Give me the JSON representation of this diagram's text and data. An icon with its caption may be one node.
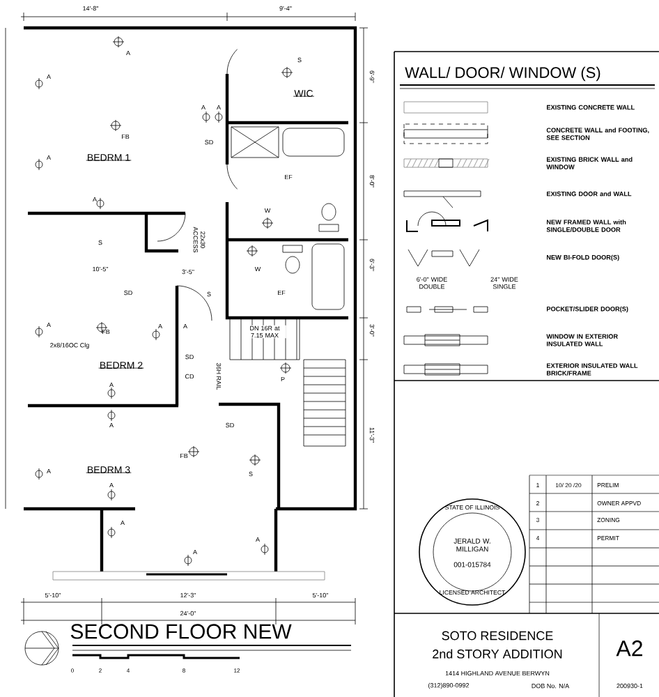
{
  "diagram": {
    "title": "SECOND FLOOR NEW",
    "labels": [
      "14'-8\"",
      "9'-4\"",
      "6'-9\"",
      "8'-0\"",
      "6'-3\"",
      "3'-0\"",
      "11'-3\"",
      "S",
      "WIC",
      "A",
      "A",
      "A",
      "A",
      "FB",
      "SD",
      "BEDRM 1",
      "A",
      "EF",
      "A",
      "W",
      "22x30 ACCESS",
      "S",
      "10'-5\"",
      "3'-5\"",
      "W",
      "EF",
      "SD",
      "S",
      "A",
      "FB",
      "A",
      "A",
      "DN 16R at 7.15 MAX",
      "2x8/16OC Clg",
      "BEDRM 2",
      "SD",
      "CD",
      "36H RAIL",
      "P",
      "A",
      "A",
      "SD",
      "FB",
      "S",
      "A",
      "BEDRM 3",
      "A",
      "A",
      "A",
      "A",
      "5'-10\"",
      "12'-3\"",
      "5'-10\"",
      "24'-0\"",
      "0",
      "2",
      "4",
      "8",
      "12",
      "WALL/ DOOR/ WINDOW (S)",
      "6'-0\" WIDE DOUBLE",
      "24\" WIDE SINGLE",
      "1",
      "10/ 20 /20",
      "PRELIM",
      "2",
      "OWNER APPVD",
      "3",
      "ZONING",
      "4",
      "PERMIT",
      "STATE OF ILLINOIS",
      "JERALD W. MILLIGAN",
      "001-015784",
      "LICENSED ARCHITECT",
      "SOTO RESIDENCE",
      "2nd STORY ADDITION",
      "1414 HIGHLAND AVENUE BERWYN",
      "(312)890-0992",
      "DOB No. N/A",
      "A2",
      "200930-1"
    ],
    "legend": [
      {
        "text": "EXISTING CONCRETE WALL"
      },
      {
        "text": "CONCRETE WALL and FOOTING, SEE SECTION"
      },
      {
        "text": "EXISTING BRICK WALL and WINDOW"
      },
      {
        "text": "EXISTING DOOR and WALL"
      },
      {
        "text": "NEW FRAMED WALL with SINGLE/DOUBLE DOOR"
      },
      {
        "text": "NEW BI-FOLD DOOR(S)"
      },
      {
        "text": "POCKET/SLIDER DOOR(S)"
      },
      {
        "text": "WINDOW IN EXTERIOR INSULATED WALL"
      },
      {
        "text": "EXTERIOR INSULATED WALL BRICK/FRAME"
      }
    ]
  }
}
